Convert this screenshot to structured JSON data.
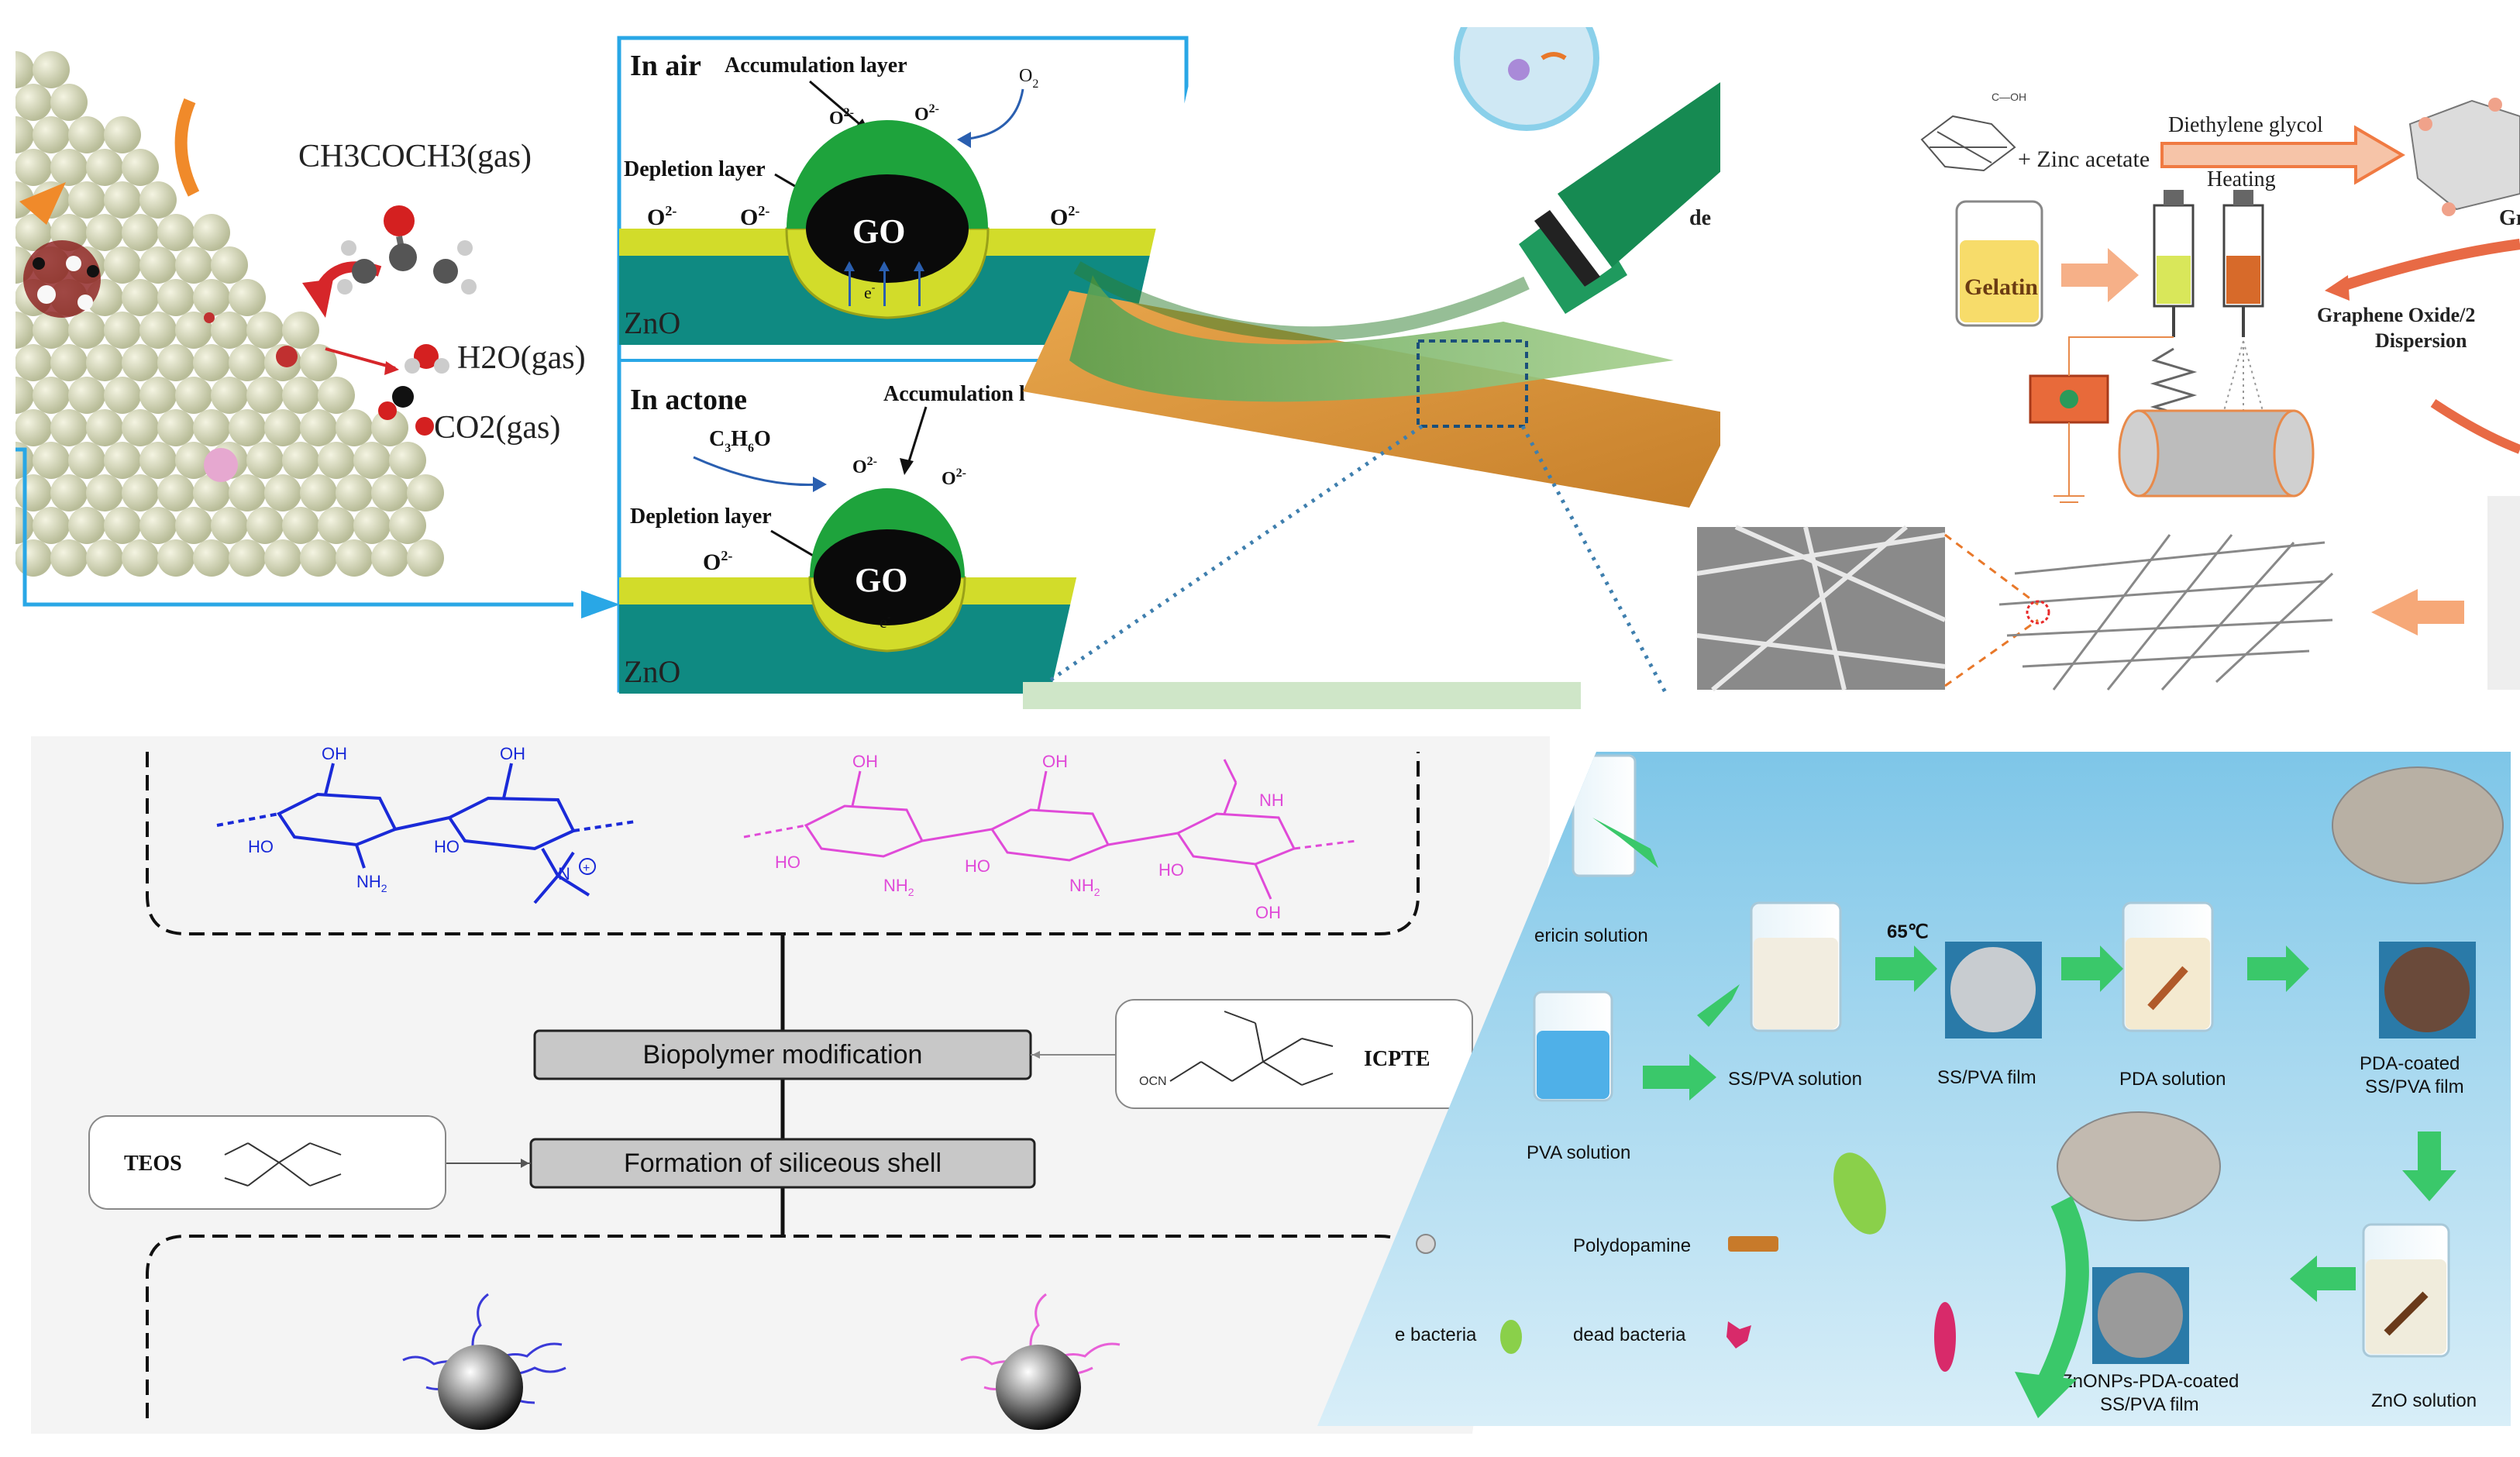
{
  "gas_panel": {
    "acetone": "CH3COCH3(gas)",
    "water": "H2O(gas)",
    "co2": "CO2(gas)"
  },
  "mechanism": {
    "air_title": "In air",
    "air_accumulation": "Accumulation layer",
    "air_depletion": "Depletion layer",
    "o2_label": "O",
    "o2_sub": "2",
    "oxy_ion": "O",
    "oxy_charge": "2-",
    "go": "GO",
    "zno": "ZnO",
    "electron": "e",
    "electron_charge": "-",
    "acetone_title": "In actone",
    "acetone_accumulation": "Accumulation l",
    "acetone_depletion": "Depletion layer",
    "c3h6o_c": "C",
    "c3h6o_3": "3",
    "c3h6o_h": "H",
    "c3h6o_6": "6",
    "c3h6o_o": "O"
  },
  "electrospin": {
    "reactant": "+ Zinc acetate",
    "solvent": "Diethylene glycol",
    "condition": "Heating",
    "product_partial": "Gr",
    "left_partial": "de",
    "gelatin": "Gelatin",
    "dispersion_line1": "Graphene Oxide/2",
    "dispersion_line2": "Dispersion"
  },
  "chitosan": {
    "biopolymer_label": "Biopolymer modification",
    "siliceous_label": "Formation of siliceous shell",
    "teos": "TEOS",
    "icpte": "ICPTE",
    "oh": "OH",
    "ho": "HO",
    "nh2": "NH",
    "nh2_sub": "2",
    "nh": "NH",
    "n_plus": "N",
    "ocn": "OCN"
  },
  "film": {
    "sericin_solution": "ericin solution",
    "pva_solution": "PVA solution",
    "ss_pva_solution": "SS/PVA solution",
    "temp": "65℃",
    "ss_pva_film": "SS/PVA film",
    "pda_solution": "PDA solution",
    "pda_coated_line1": "PDA-coated",
    "pda_coated_line2": "SS/PVA film",
    "polydopamine": "Polydopamine",
    "live_bacteria": "e bacteria",
    "dead_bacteria": "dead bacteria",
    "zno_solution": "ZnO solution",
    "zno_film_line1": "ZnONPs-PDA-coated",
    "zno_film_line2": "SS/PVA film"
  }
}
